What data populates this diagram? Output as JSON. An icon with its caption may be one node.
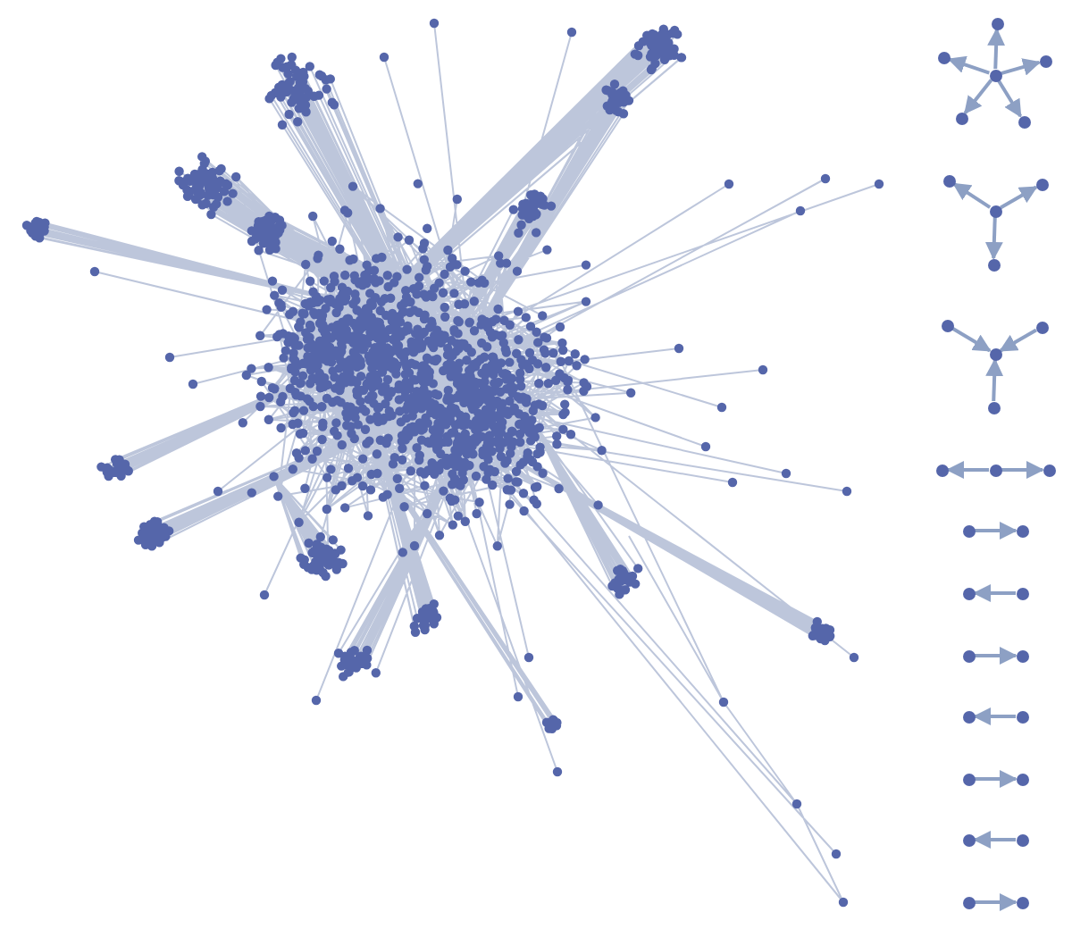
{
  "diagram": {
    "nodes": [
      {
        "text": [],
        "shape": "circle"
      },
      {
        "text": [],
        "shape": "circle"
      },
      {
        "text": [],
        "shape": "circle"
      },
      {
        "text": [],
        "shape": "circle"
      },
      {
        "text": [],
        "shape": "circle"
      },
      {
        "text": [],
        "shape": "circle"
      },
      {
        "text": [],
        "shape": "circle"
      },
      {
        "text": [],
        "shape": "circle"
      },
      {
        "text": [],
        "shape": "circle"
      },
      {
        "text": [],
        "shape": "circle"
      },
      {
        "text": [],
        "shape": "circle"
      },
      {
        "text": [],
        "shape": "circle"
      },
      {
        "text": [],
        "shape": "circle"
      },
      {
        "text": [],
        "shape": "circle"
      },
      {
        "text": [],
        "shape": "circle"
      },
      {
        "text": [],
        "shape": "circle"
      },
      {
        "text": [],
        "shape": "circle"
      },
      {
        "text": [],
        "shape": "circle"
      },
      {
        "text": [],
        "shape": "circle"
      },
      {
        "text": [],
        "shape": "circle"
      },
      {
        "text": [],
        "shape": "circle"
      },
      {
        "text": [],
        "shape": "circle"
      },
      {
        "text": [],
        "shape": "circle"
      },
      {
        "text": [],
        "shape": "circle"
      },
      {
        "text": [],
        "shape": "circle"
      },
      {
        "text": [],
        "shape": "circle"
      },
      {
        "text": [],
        "shape": "circle"
      },
      {
        "text": [],
        "shape": "circle"
      },
      {
        "text": [],
        "shape": "circle"
      },
      {
        "text": [],
        "shape": "circle"
      },
      {
        "text": [],
        "shape": "circle"
      }
    ],
    "edges": [
      {
        "from": 2,
        "to": 0,
        "arrow": "to"
      },
      {
        "from": 2,
        "to": 1,
        "arrow": "to"
      },
      {
        "from": 2,
        "to": 3,
        "arrow": "to"
      },
      {
        "from": 2,
        "to": 4,
        "arrow": "to"
      },
      {
        "from": 2,
        "to": 5,
        "arrow": "to"
      },
      {
        "from": 8,
        "to": 6,
        "arrow": "to"
      },
      {
        "from": 8,
        "to": 7,
        "arrow": "to"
      },
      {
        "from": 8,
        "to": 9,
        "arrow": "to"
      },
      {
        "from": 10,
        "to": 12,
        "arrow": "to"
      },
      {
        "from": 11,
        "to": 12,
        "arrow": "to"
      },
      {
        "from": 13,
        "to": 12,
        "arrow": "to"
      },
      {
        "from": 15,
        "to": 14,
        "arrow": "to"
      },
      {
        "from": 15,
        "to": 16,
        "arrow": "to"
      },
      {
        "from": 17,
        "to": 18,
        "arrow": "to"
      },
      {
        "from": 20,
        "to": 19,
        "arrow": "to"
      },
      {
        "from": 21,
        "to": 22,
        "arrow": "to"
      },
      {
        "from": 24,
        "to": 23,
        "arrow": "to"
      },
      {
        "from": 25,
        "to": 26,
        "arrow": "to"
      },
      {
        "from": 28,
        "to": 27,
        "arrow": "to"
      },
      {
        "from": 29,
        "to": 30,
        "arrow": "to"
      }
    ]
  }
}
